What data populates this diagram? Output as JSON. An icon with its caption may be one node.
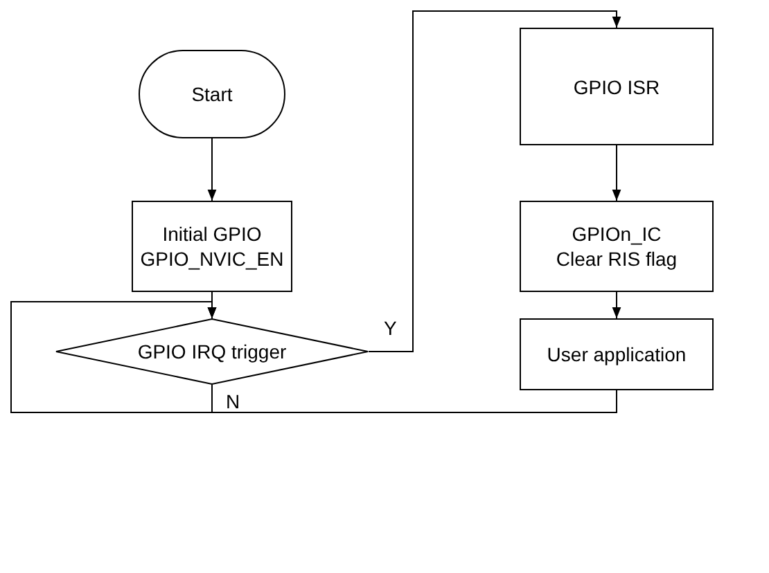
{
  "diagram": {
    "nodes": [
      {
        "text": [
          "Start"
        ]
      },
      {
        "text": [
          "Initial GPIO",
          "GPIO_NVIC_EN"
        ]
      },
      {
        "text": [
          "GPIO IRQ trigger"
        ]
      },
      {
        "text": [
          "GPIO ISR"
        ]
      },
      {
        "text": [
          "GPIOn_IC",
          "Clear RIS flag"
        ]
      },
      {
        "text": [
          "User application"
        ]
      }
    ],
    "edges": [
      {
        "from": 0,
        "to": 1,
        "arrow": "to"
      },
      {
        "from": 1,
        "to": 2,
        "arrow": "to"
      },
      {
        "from": 2,
        "to": 3,
        "arrow": "to",
        "label": "Y"
      },
      {
        "from": 2,
        "to": 2,
        "arrow": "to",
        "label": "N"
      },
      {
        "from": 3,
        "to": 4,
        "arrow": "to"
      },
      {
        "from": 4,
        "to": 5,
        "arrow": "to"
      },
      {
        "from": 5,
        "to": 2,
        "arrow": "to"
      }
    ]
  }
}
